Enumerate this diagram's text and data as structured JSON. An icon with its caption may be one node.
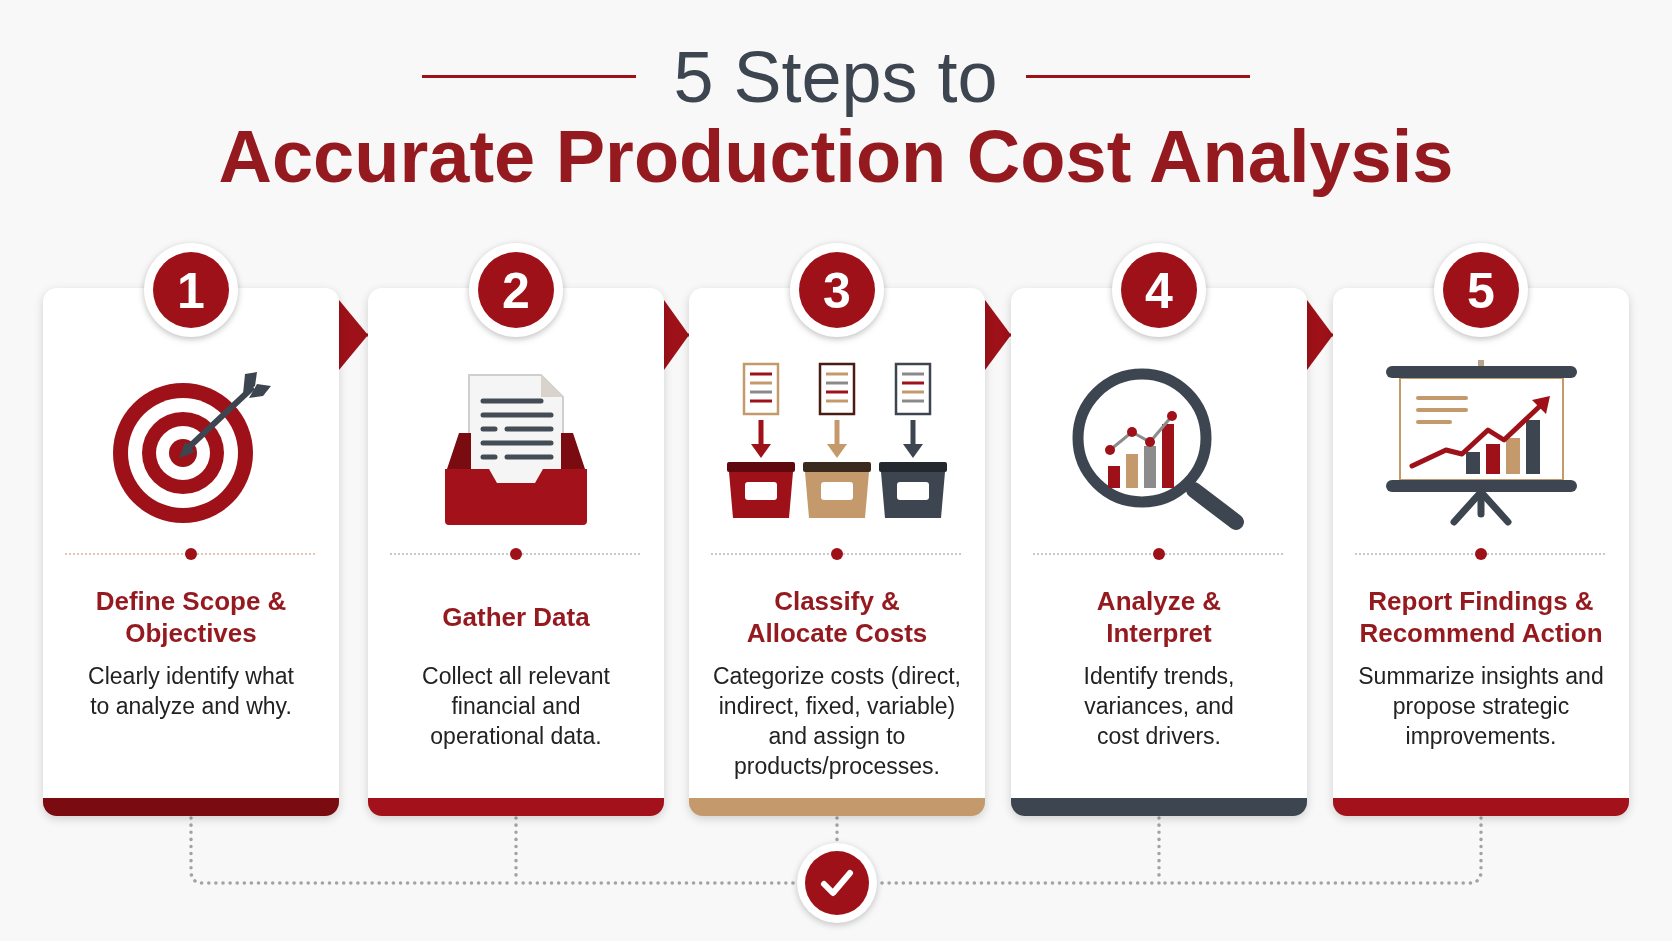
{
  "diagram": {
    "title": "5 Steps to **Accurate Production Cost Analysis**",
    "nodes": [
      {
        "text": [
          "1"
        ]
      },
      {
        "text": [
          "Define Scope & Objectives",
          "Clearly identify what to analyze and why."
        ]
      },
      {
        "text": [
          "2"
        ]
      },
      {
        "text": [
          "Gather Data",
          "Collect all relevant financial and operational data."
        ]
      },
      {
        "text": [
          "3"
        ]
      },
      {
        "text": [
          "Classify & Allocate Costs",
          "Categorize costs (direct, indirect, fixed, variable) and assign to products/processes."
        ]
      },
      {
        "text": [
          "4"
        ]
      },
      {
        "text": [
          "Analyze & Interpret",
          "Identify trends, variances, and cost drivers."
        ]
      },
      {
        "text": [
          "5"
        ]
      },
      {
        "text": [
          "Report Findings & Recommend Action",
          "Summarize insights and propose strategic improvements."
        ]
      },
      {
        "text": [],
        "shape": "circle"
      }
    ],
    "edges": [
      {
        "from": 1,
        "to": 3,
        "arrow": "to",
        "color": "#9e1118"
      },
      {
        "from": 3,
        "to": 5,
        "arrow": "to",
        "color": "#9e1118"
      },
      {
        "from": 5,
        "to": 7,
        "arrow": "to",
        "color": "#9e1118"
      },
      {
        "from": 7,
        "to": 9,
        "arrow": "to",
        "color": "#9e1118"
      },
      {
        "from": 1,
        "to": 10,
        "arrow": "none",
        "style": "dashed"
      },
      {
        "from": 3,
        "to": 10,
        "arrow": "none",
        "style": "dashed"
      },
      {
        "from": 5,
        "to": 10,
        "arrow": "none",
        "style": "dashed"
      },
      {
        "from": 7,
        "to": 10,
        "arrow": "none",
        "style": "dashed"
      },
      {
        "from": 9,
        "to": 10,
        "arrow": "none",
        "style": "dashed"
      }
    ]
  }
}
